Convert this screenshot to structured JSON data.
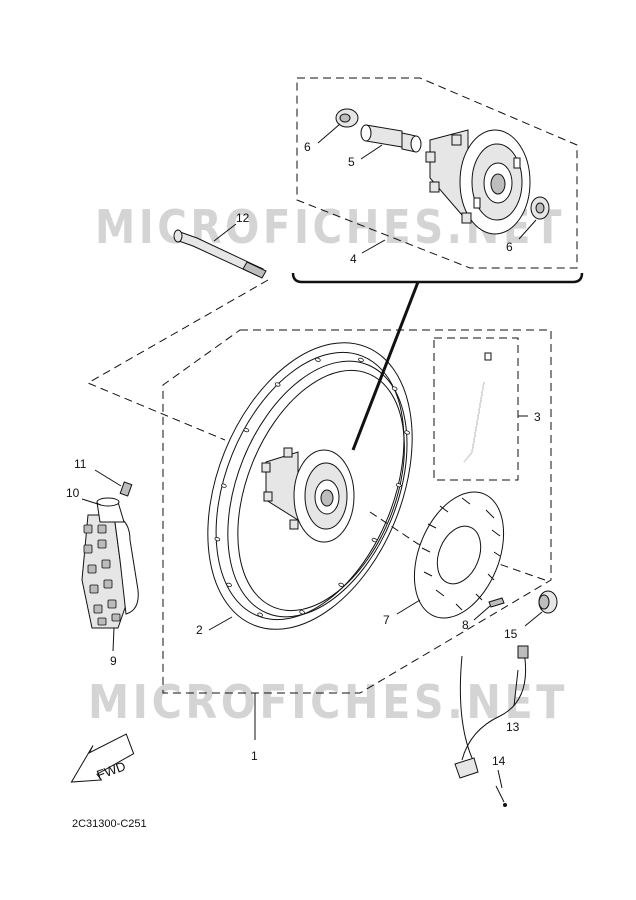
{
  "watermark": {
    "text": "MICROFICHES.NET",
    "color": "#d4d4d4"
  },
  "diagram_code": "2C31300-C251",
  "fwd_arrow_label": "FWD",
  "callouts": [
    {
      "id": "1",
      "label": "1"
    },
    {
      "id": "2",
      "label": "2"
    },
    {
      "id": "3",
      "label": "3"
    },
    {
      "id": "4",
      "label": "4"
    },
    {
      "id": "5",
      "label": "5"
    },
    {
      "id": "6a",
      "label": "6"
    },
    {
      "id": "6b",
      "label": "6"
    },
    {
      "id": "7",
      "label": "7"
    },
    {
      "id": "8",
      "label": "8"
    },
    {
      "id": "9",
      "label": "9"
    },
    {
      "id": "10",
      "label": "10"
    },
    {
      "id": "11",
      "label": "11"
    },
    {
      "id": "12",
      "label": "12"
    },
    {
      "id": "13",
      "label": "13"
    },
    {
      "id": "14",
      "label": "14"
    },
    {
      "id": "15",
      "label": "15"
    }
  ]
}
